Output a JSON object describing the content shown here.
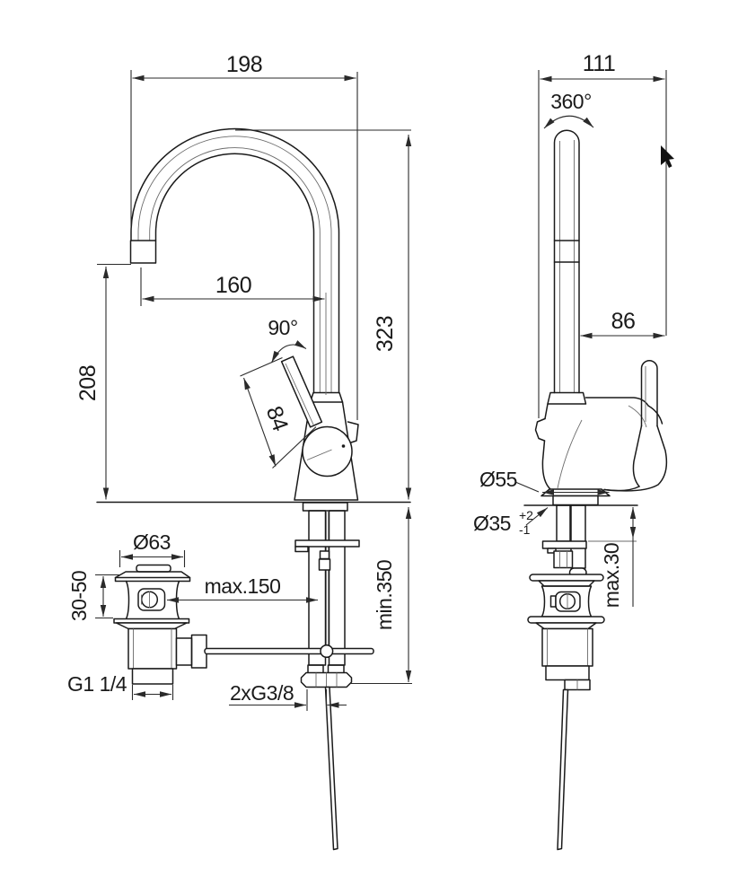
{
  "colors": {
    "background": "#ffffff",
    "line": "#1a1a1a",
    "dimension": "#2a2a2a"
  },
  "overlay": {
    "cursor_icon": "mouse-arrow"
  },
  "front_view": {
    "dim_total_width": "198",
    "dim_spout_reach": "160",
    "dim_spout_height": "208",
    "dim_lever_length": "84",
    "dim_lever_swing": "90°",
    "dim_total_height": "323",
    "dim_hose_min_length": "min.350",
    "dim_rod_max_distance": "max.150",
    "dim_waste_flange_dia": "Ø63",
    "dim_clamping_range": "30-50",
    "dim_waste_thread": "G1 1/4",
    "dim_hose_threads": "2xG3/8"
  },
  "side_view": {
    "dim_total_depth": "111",
    "dim_spout_swivel": "360°",
    "dim_lever_offset": "86",
    "dim_base_dia": "Ø55",
    "dim_hole_dia": "Ø35",
    "dim_hole_tol_upper": "+2",
    "dim_hole_tol_lower": "-1",
    "dim_max_deck_thickness": "max.30"
  }
}
